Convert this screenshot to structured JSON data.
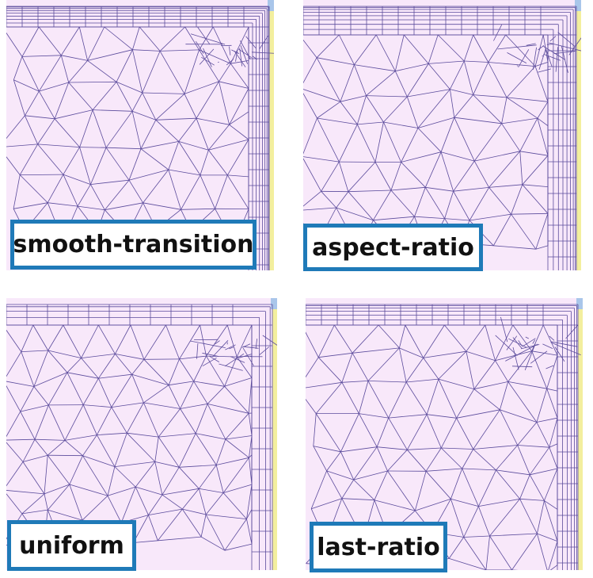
{
  "colors": {
    "mesh_fill": "#f8e8fa",
    "mesh_line": "#5b4b9c",
    "edge_yellow": "#f3ef9e",
    "corner_blue": "#a9c6ea",
    "label_border": "#1f7ab8"
  },
  "panels": [
    {
      "label": "smooth-transition",
      "mode": "smooth",
      "seed": 11
    },
    {
      "label": "aspect-ratio",
      "mode": "aspect",
      "seed": 23
    },
    {
      "label": "uniform",
      "mode": "uniform",
      "seed": 37
    },
    {
      "label": "last-ratio",
      "mode": "last",
      "seed": 53
    }
  ]
}
